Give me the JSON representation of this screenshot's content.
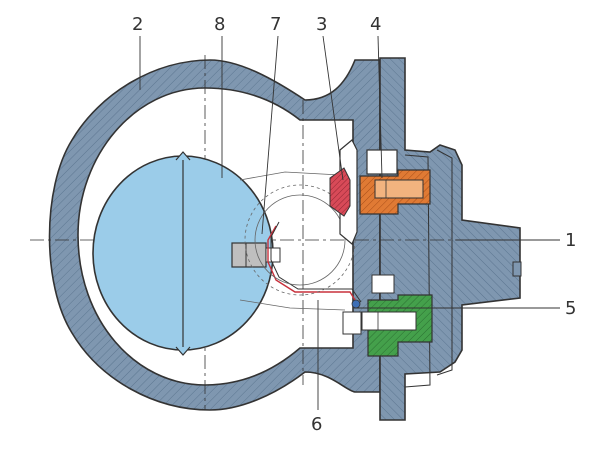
{
  "diagram": {
    "callouts": {
      "c1": "1",
      "c2": "2",
      "c3": "3",
      "c4": "4",
      "c5": "5",
      "c6": "6",
      "c7": "7",
      "c8": "8"
    },
    "colors": {
      "housing_fill": "#7f97b0",
      "float_fill": "#9bcce9",
      "valve_seat": "#e07a34",
      "green_valve": "#44a04b",
      "disc_red": "#d84a58",
      "line": "#333333",
      "background": "#ffffff"
    }
  }
}
